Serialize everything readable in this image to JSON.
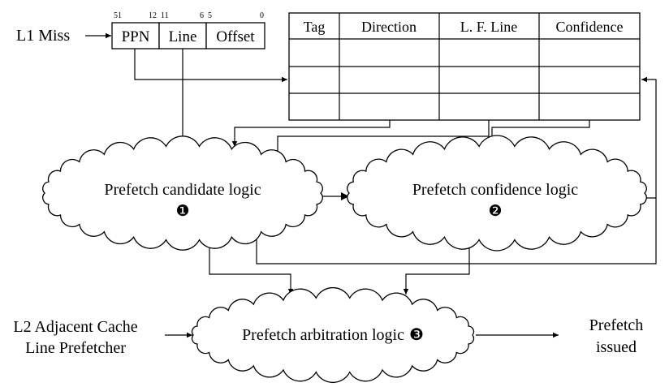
{
  "l1_miss_label": "L1 Miss",
  "address": {
    "fields": [
      {
        "name": "PPN",
        "hi_bit": "51",
        "lo_bit": "12"
      },
      {
        "name": "Line",
        "hi_bit": "11",
        "lo_bit": "6"
      },
      {
        "name": "Offset",
        "hi_bit": "5",
        "lo_bit": "0"
      }
    ]
  },
  "table": {
    "headers": [
      "Tag",
      "Direction",
      "L. F. Line",
      "Confidence"
    ]
  },
  "clouds": {
    "candidate": {
      "label": "Prefetch candidate logic",
      "marker": "❶"
    },
    "confidence": {
      "label": "Prefetch confidence logic",
      "marker": "❷"
    },
    "arbitration": {
      "label": "Prefetch arbitration logic",
      "marker": "❸"
    }
  },
  "l2_prefetcher": {
    "line1": "L2 Adjacent Cache",
    "line2": "Line Prefetcher"
  },
  "output": {
    "line1": "Prefetch",
    "line2": "issued"
  }
}
